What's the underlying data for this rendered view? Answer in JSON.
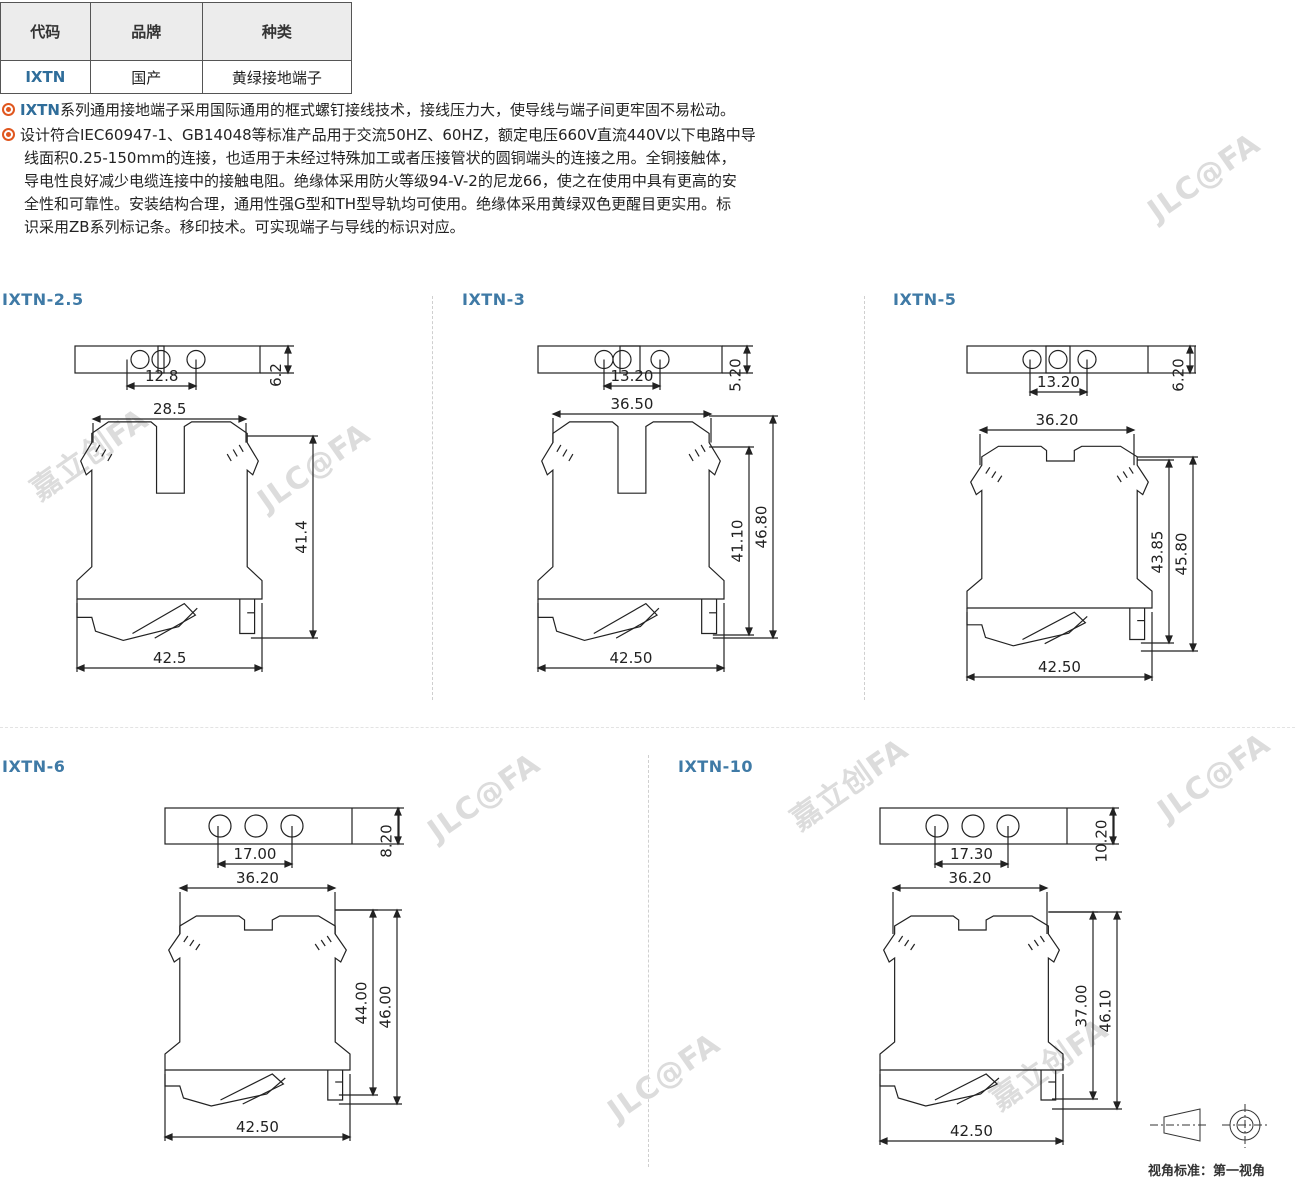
{
  "table": {
    "headers": [
      "代码",
      "品牌",
      "种类"
    ],
    "row": [
      "IXTN",
      "国产",
      "黄绿接地端子"
    ]
  },
  "description": {
    "p1_code": "IXTN",
    "p1_text": "系列通用接地端子采用国际通用的框式螺钉接线技术，接线压力大，使导线与端子间更牢固不易松动。",
    "p2_line1": "设计符合IEC60947-1、GB14048等标准产品用于交流50HZ、60HZ，额定电压660V直流440V以下电路中导",
    "p2_line2": "线面积0.25-150mm的连接，也适用于未经过特殊加工或者压接管状的圆铜端头的连接之用。全铜接触体，",
    "p2_line3": "导电性良好减少电缆连接中的接触电阻。绝缘体采用防火等级94-V-2的尼龙66，使之在使用中具有更高的安",
    "p2_line4": "全性和可靠性。安装结构合理，通用性强G型和TH型导轨均可使用。绝缘体采用黄绿双色更醒目更实用。标",
    "p2_line5": "识采用ZB系列标记条。移印技术。可实现端子与导线的标识对应。"
  },
  "models": [
    {
      "name": "IXTN-2.5",
      "hole_spacing": "12.8",
      "top_height": "6.2",
      "top_width": "28.5",
      "body_height": "41.4",
      "total_height": "",
      "base_width": "42.5"
    },
    {
      "name": "IXTN-3",
      "hole_spacing": "13.20",
      "top_height": "5.20",
      "top_width": "36.50",
      "body_height": "41.10",
      "total_height": "46.80",
      "base_width": "42.50"
    },
    {
      "name": "IXTN-5",
      "hole_spacing": "13.20",
      "top_height": "6.20",
      "top_width": "36.20",
      "body_height": "43.85",
      "total_height": "45.80",
      "base_width": "42.50"
    },
    {
      "name": "IXTN-6",
      "hole_spacing": "17.00",
      "top_height": "8.20",
      "top_width": "36.20",
      "body_height": "44.00",
      "total_height": "46.00",
      "base_width": "42.50"
    },
    {
      "name": "IXTN-10",
      "hole_spacing": "17.30",
      "top_height": "10.20",
      "top_width": "36.20",
      "body_height": "37.00",
      "total_height": "46.10",
      "base_width": "42.50"
    }
  ],
  "view_standard": "视角标准：第一视角",
  "watermark": {
    "brand": "JLC@FA",
    "cn": "嘉立创FA"
  }
}
